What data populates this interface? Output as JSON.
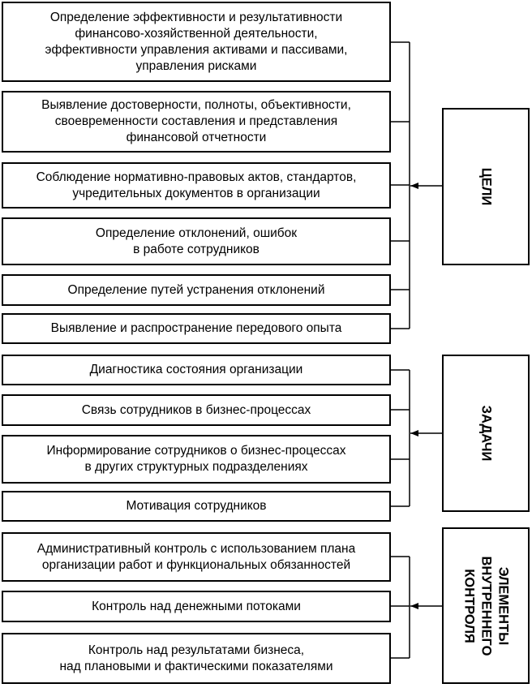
{
  "groups": [
    {
      "label": [
        "ЦЕЛИ"
      ],
      "items": [
        [
          "Определение эффективности и результативности",
          "финансово-хозяйственной деятельности,",
          "эффективности управления активами и пассивами,",
          "управления рисками"
        ],
        [
          "Выявление достоверности, полноты, объективности,",
          "своевременности составления и представления",
          "финансовой отчетности"
        ],
        [
          "Соблюдение нормативно-правовых актов, стандартов,",
          "учредительных документов в организации"
        ],
        [
          "Определение отклонений, ошибок",
          "в работе сотрудников"
        ],
        [
          "Определение путей устранения отклонений"
        ],
        [
          "Выявление и распространение передового опыта"
        ]
      ]
    },
    {
      "label": [
        "ЗАДАЧИ"
      ],
      "items": [
        [
          "Диагностика состояния организации"
        ],
        [
          "Связь сотрудников в бизнес-процессах"
        ],
        [
          "Информирование сотрудников о бизнес-процессах",
          "в других структурных подразделениях"
        ],
        [
          "Мотивация сотрудников"
        ]
      ]
    },
    {
      "label": [
        "ЭЛЕМЕНТЫ",
        "ВНУТРЕННЕГО",
        "КОНТРОЛЯ"
      ],
      "items": [
        [
          "Административный контроль с использованием плана",
          "организации работ и функциональных обязанностей"
        ],
        [
          "Контроль над денежными потоками"
        ],
        [
          "Контроль над результатами бизнеса,",
          "над плановыми и фактическими показателями"
        ]
      ]
    }
  ]
}
